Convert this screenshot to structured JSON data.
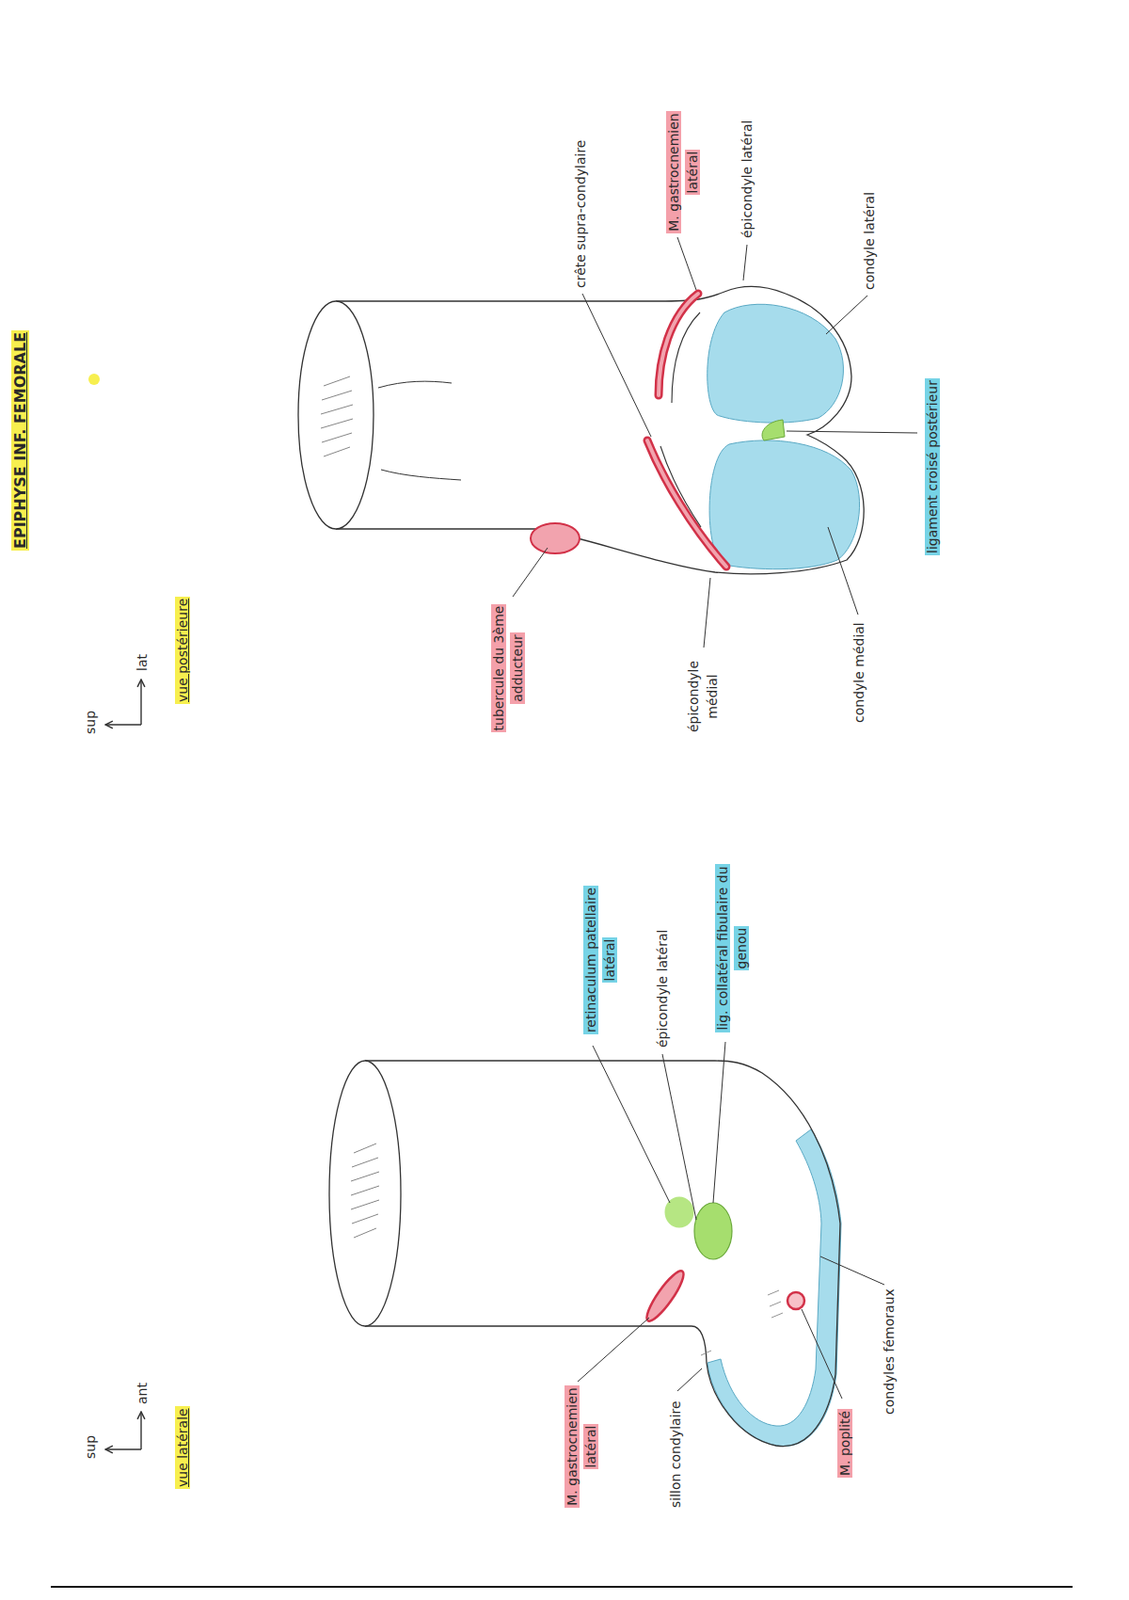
{
  "diagram": {
    "title": "EPIPHYSE INF. FEMORALE",
    "labels": [
      "sup",
      "ant",
      "vue latérale",
      "M. gastrocnemien latéral",
      "sillon condylaire",
      "M. poplité",
      "condyles fémoraux",
      "retinaculum patellaire latéral",
      "épicondyle latéral",
      "lig. collatéral fibulaire du genou",
      "sup",
      "lat",
      "vue postérieure",
      "tubercule du 3ème adducteur",
      "épicondyle médial",
      "condyle médial",
      "ligament croisé postérieur",
      "condyle latéral",
      "épicondyle latéral",
      "M. gastrocnemien latéral",
      "crête supra-condylaire"
    ]
  }
}
